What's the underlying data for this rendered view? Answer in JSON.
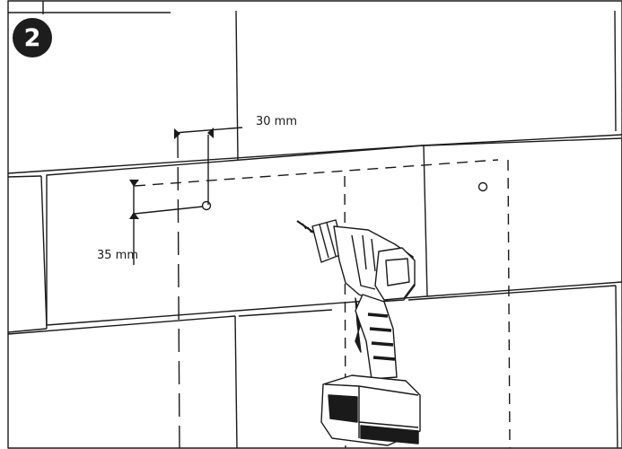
{
  "step": {
    "number": "2"
  },
  "dimensions": {
    "horizontal_spacing": "30 mm",
    "vertical_offset": "35 mm"
  },
  "colors": {
    "line": "#1a1a1a",
    "badge": "#1d1d1d",
    "background": "#ffffff"
  },
  "icons": {
    "drill": "cordless-drill-icon",
    "drill_hole": "drill-hole-icon"
  }
}
